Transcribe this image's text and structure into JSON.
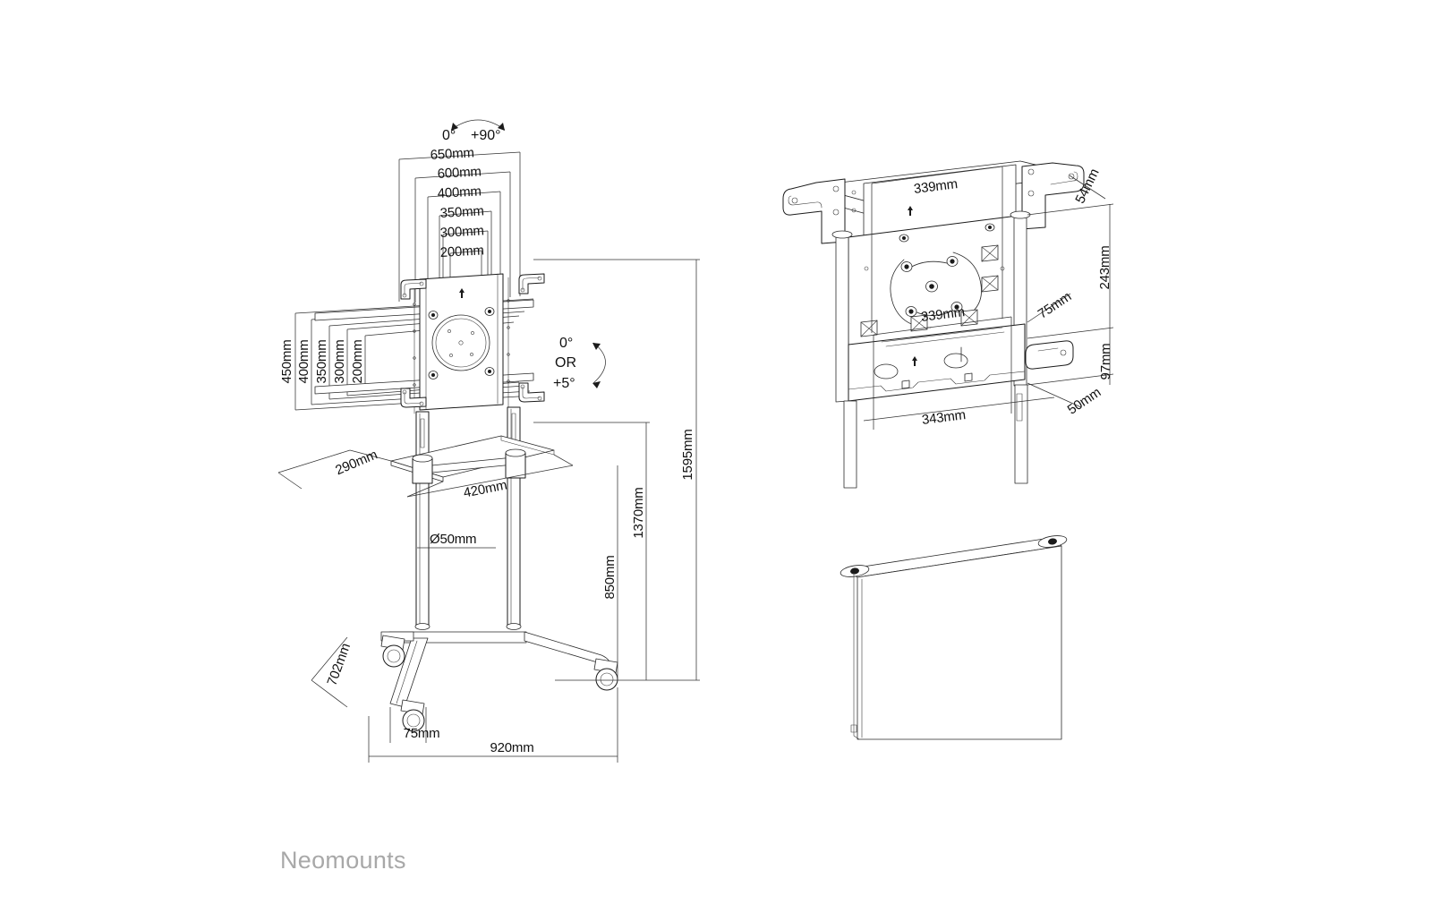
{
  "document": {
    "type": "technical-drawing",
    "brand": "Neomounts",
    "background_color": "#ffffff",
    "line_color": "#1b1b1b",
    "text_color": "#111111",
    "brand_color": "#a8a8a8"
  },
  "views": {
    "main": {
      "name": "mobile-display-cart-front-isometric",
      "vesa_horizontal": {
        "label_group": "horizontal VESA hole spacing",
        "values": [
          "650mm",
          "600mm",
          "400mm",
          "350mm",
          "300mm",
          "200mm"
        ]
      },
      "vesa_vertical": {
        "label_group": "vertical VESA hole spacing",
        "values": [
          "450mm",
          "400mm",
          "350mm",
          "300mm",
          "200mm"
        ]
      },
      "rotation_top": {
        "from": "0°",
        "to": "+90°"
      },
      "tilt_side": {
        "first": "0°",
        "conjunction": "OR",
        "second": "+5°"
      },
      "shelf": {
        "depth": "290mm",
        "width": "420mm"
      },
      "column": {
        "diameter": "Ø50mm"
      },
      "heights": {
        "shelf_height": "850mm",
        "screen_low": "1370mm",
        "total_height": "1595mm"
      },
      "base": {
        "depth": "702mm",
        "caster_height": "75mm",
        "width": "920mm"
      }
    },
    "detail": {
      "name": "vesa-bracket-detail-isometric",
      "dimensions": {
        "top_width": "339mm",
        "plate_width": "339mm",
        "lower_width": "343mm",
        "bracket_depth": "54mm",
        "plate_height": "243mm",
        "offset": "75mm",
        "lower_height": "97mm",
        "lower_offset": "50mm"
      }
    },
    "cover": {
      "name": "cable-cover-plate-isometric"
    }
  },
  "labels": {
    "main_h_650": "650mm",
    "main_h_600": "600mm",
    "main_h_400": "400mm",
    "main_h_350": "350mm",
    "main_h_300": "300mm",
    "main_h_200": "200mm",
    "main_v_450": "450mm",
    "main_v_400": "400mm",
    "main_v_350": "350mm",
    "main_v_300": "300mm",
    "main_v_200": "200mm",
    "rot_0": "0°",
    "rot_90": "+90°",
    "tilt_0": "0°",
    "tilt_or": "OR",
    "tilt_5": "+5°",
    "shelf_depth": "290mm",
    "shelf_width": "420mm",
    "pole_dia": "Ø50mm",
    "h_850": "850mm",
    "h_1370": "1370mm",
    "h_1595": "1595mm",
    "base_702": "702mm",
    "base_75": "75mm",
    "base_920": "920mm",
    "d_339_top": "339mm",
    "d_339_plate": "339mm",
    "d_343": "343mm",
    "d_54": "54mm",
    "d_243": "243mm",
    "d_75": "75mm",
    "d_97": "97mm",
    "d_50": "50mm",
    "brand": "Neomounts"
  }
}
